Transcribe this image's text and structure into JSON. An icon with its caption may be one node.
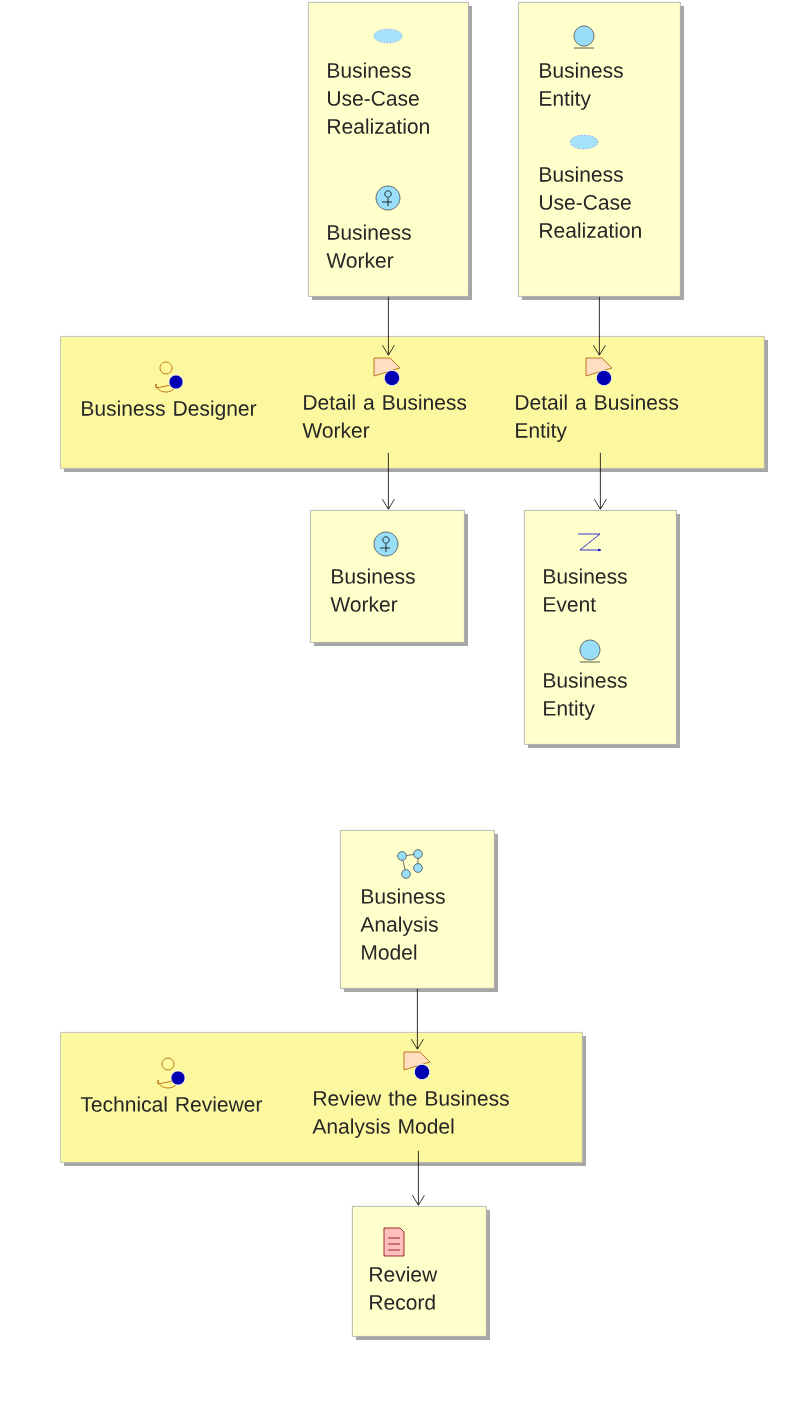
{
  "diagram": {
    "nodes": [
      {
        "text": [
          "Business Use-Case Realization",
          "Business Worker"
        ]
      },
      {
        "text": [
          "Business Entity",
          "Business Use-Case Realization"
        ]
      },
      {
        "text": [
          "Business Designer"
        ]
      },
      {
        "text": [
          "Detail a Business Worker"
        ],
        "in": 2
      },
      {
        "text": [
          "Detail a Business Entity"
        ],
        "in": 2
      },
      {
        "text": [
          "Business Worker"
        ]
      },
      {
        "text": [
          "Business Event",
          "Business Entity"
        ]
      },
      {
        "text": [
          "Business Analysis Model"
        ]
      },
      {
        "text": [
          "Technical Reviewer"
        ]
      },
      {
        "text": [
          "Review the Business Analysis Model"
        ],
        "in": 8
      },
      {
        "text": [
          "Review Record"
        ]
      }
    ],
    "edges": [
      {
        "from": 0,
        "to": 3,
        "arrow": "to"
      },
      {
        "from": 1,
        "to": 4,
        "arrow": "to"
      },
      {
        "from": 3,
        "to": 5,
        "arrow": "to"
      },
      {
        "from": 4,
        "to": 6,
        "arrow": "to"
      },
      {
        "from": 7,
        "to": 9,
        "arrow": "to"
      },
      {
        "from": 9,
        "to": 10,
        "arrow": "to"
      }
    ]
  }
}
